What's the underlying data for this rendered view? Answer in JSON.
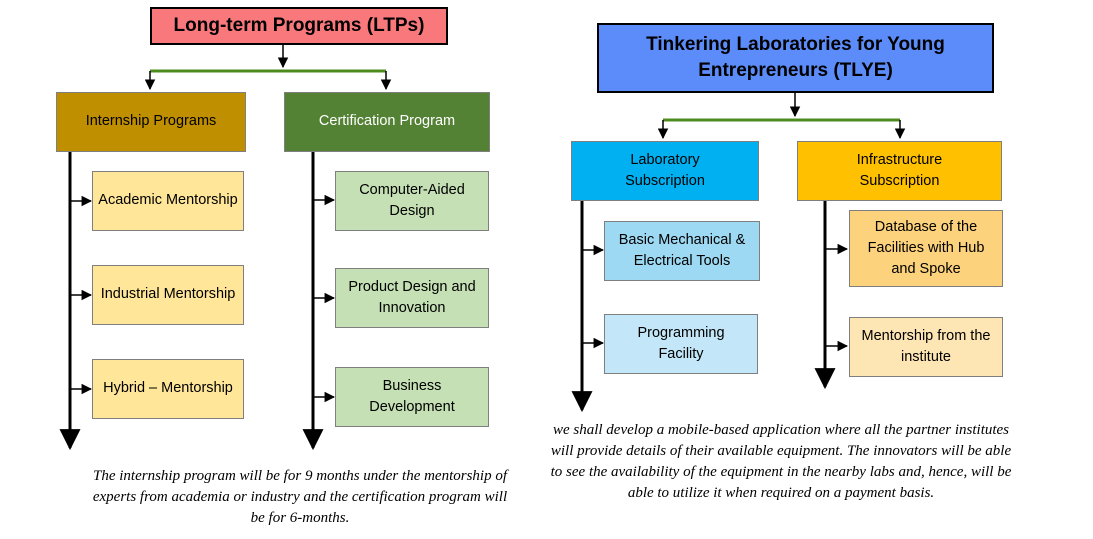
{
  "colors": {
    "ltp_title": "#f8787b",
    "tlye_title": "#5c8cf9",
    "internship": "#bf8f00",
    "certification": "#548235",
    "lab": "#00b0f0",
    "infra": "#ffc000",
    "yellow_child": "#ffe699",
    "green_child": "#c5e0b4",
    "blue_child_1": "#9dd9f3",
    "blue_child_2": "#c3e7f8",
    "orange_child_1": "#fdd27c",
    "orange_child_2": "#fde5b4",
    "green_connector": "#4d8b1f"
  },
  "ltp": {
    "title": "Long-term Programs (LTPs)",
    "internship": {
      "label": "Internship Programs",
      "children": [
        "Academic Mentorship",
        "Industrial Mentorship",
        "Hybrid – Mentorship"
      ]
    },
    "certification": {
      "label": "Certification Program",
      "children": [
        "Computer-Aided Design",
        "Product Design and Innovation",
        "Business Development"
      ]
    },
    "caption": "The internship program will be for 9 months under the mentorship of experts from academia or industry and the certification program will be for 6-months."
  },
  "tlye": {
    "title": "Tinkering Laboratories for Young Entrepreneurs (TLYE)",
    "lab": {
      "label": "Laboratory Subscription",
      "children": [
        "Basic Mechanical & Electrical Tools",
        "Programming Facility"
      ]
    },
    "infra": {
      "label": "Infrastructure Subscription",
      "children": [
        "Database of the Facilities with Hub and Spoke",
        "Mentorship from the institute"
      ]
    },
    "caption": "we shall develop a mobile-based application where all the partner institutes will provide details of their available equipment. The innovators will be able to see the availability of the equipment in the nearby labs and, hence, will be able to utilize it when required on a payment basis."
  }
}
